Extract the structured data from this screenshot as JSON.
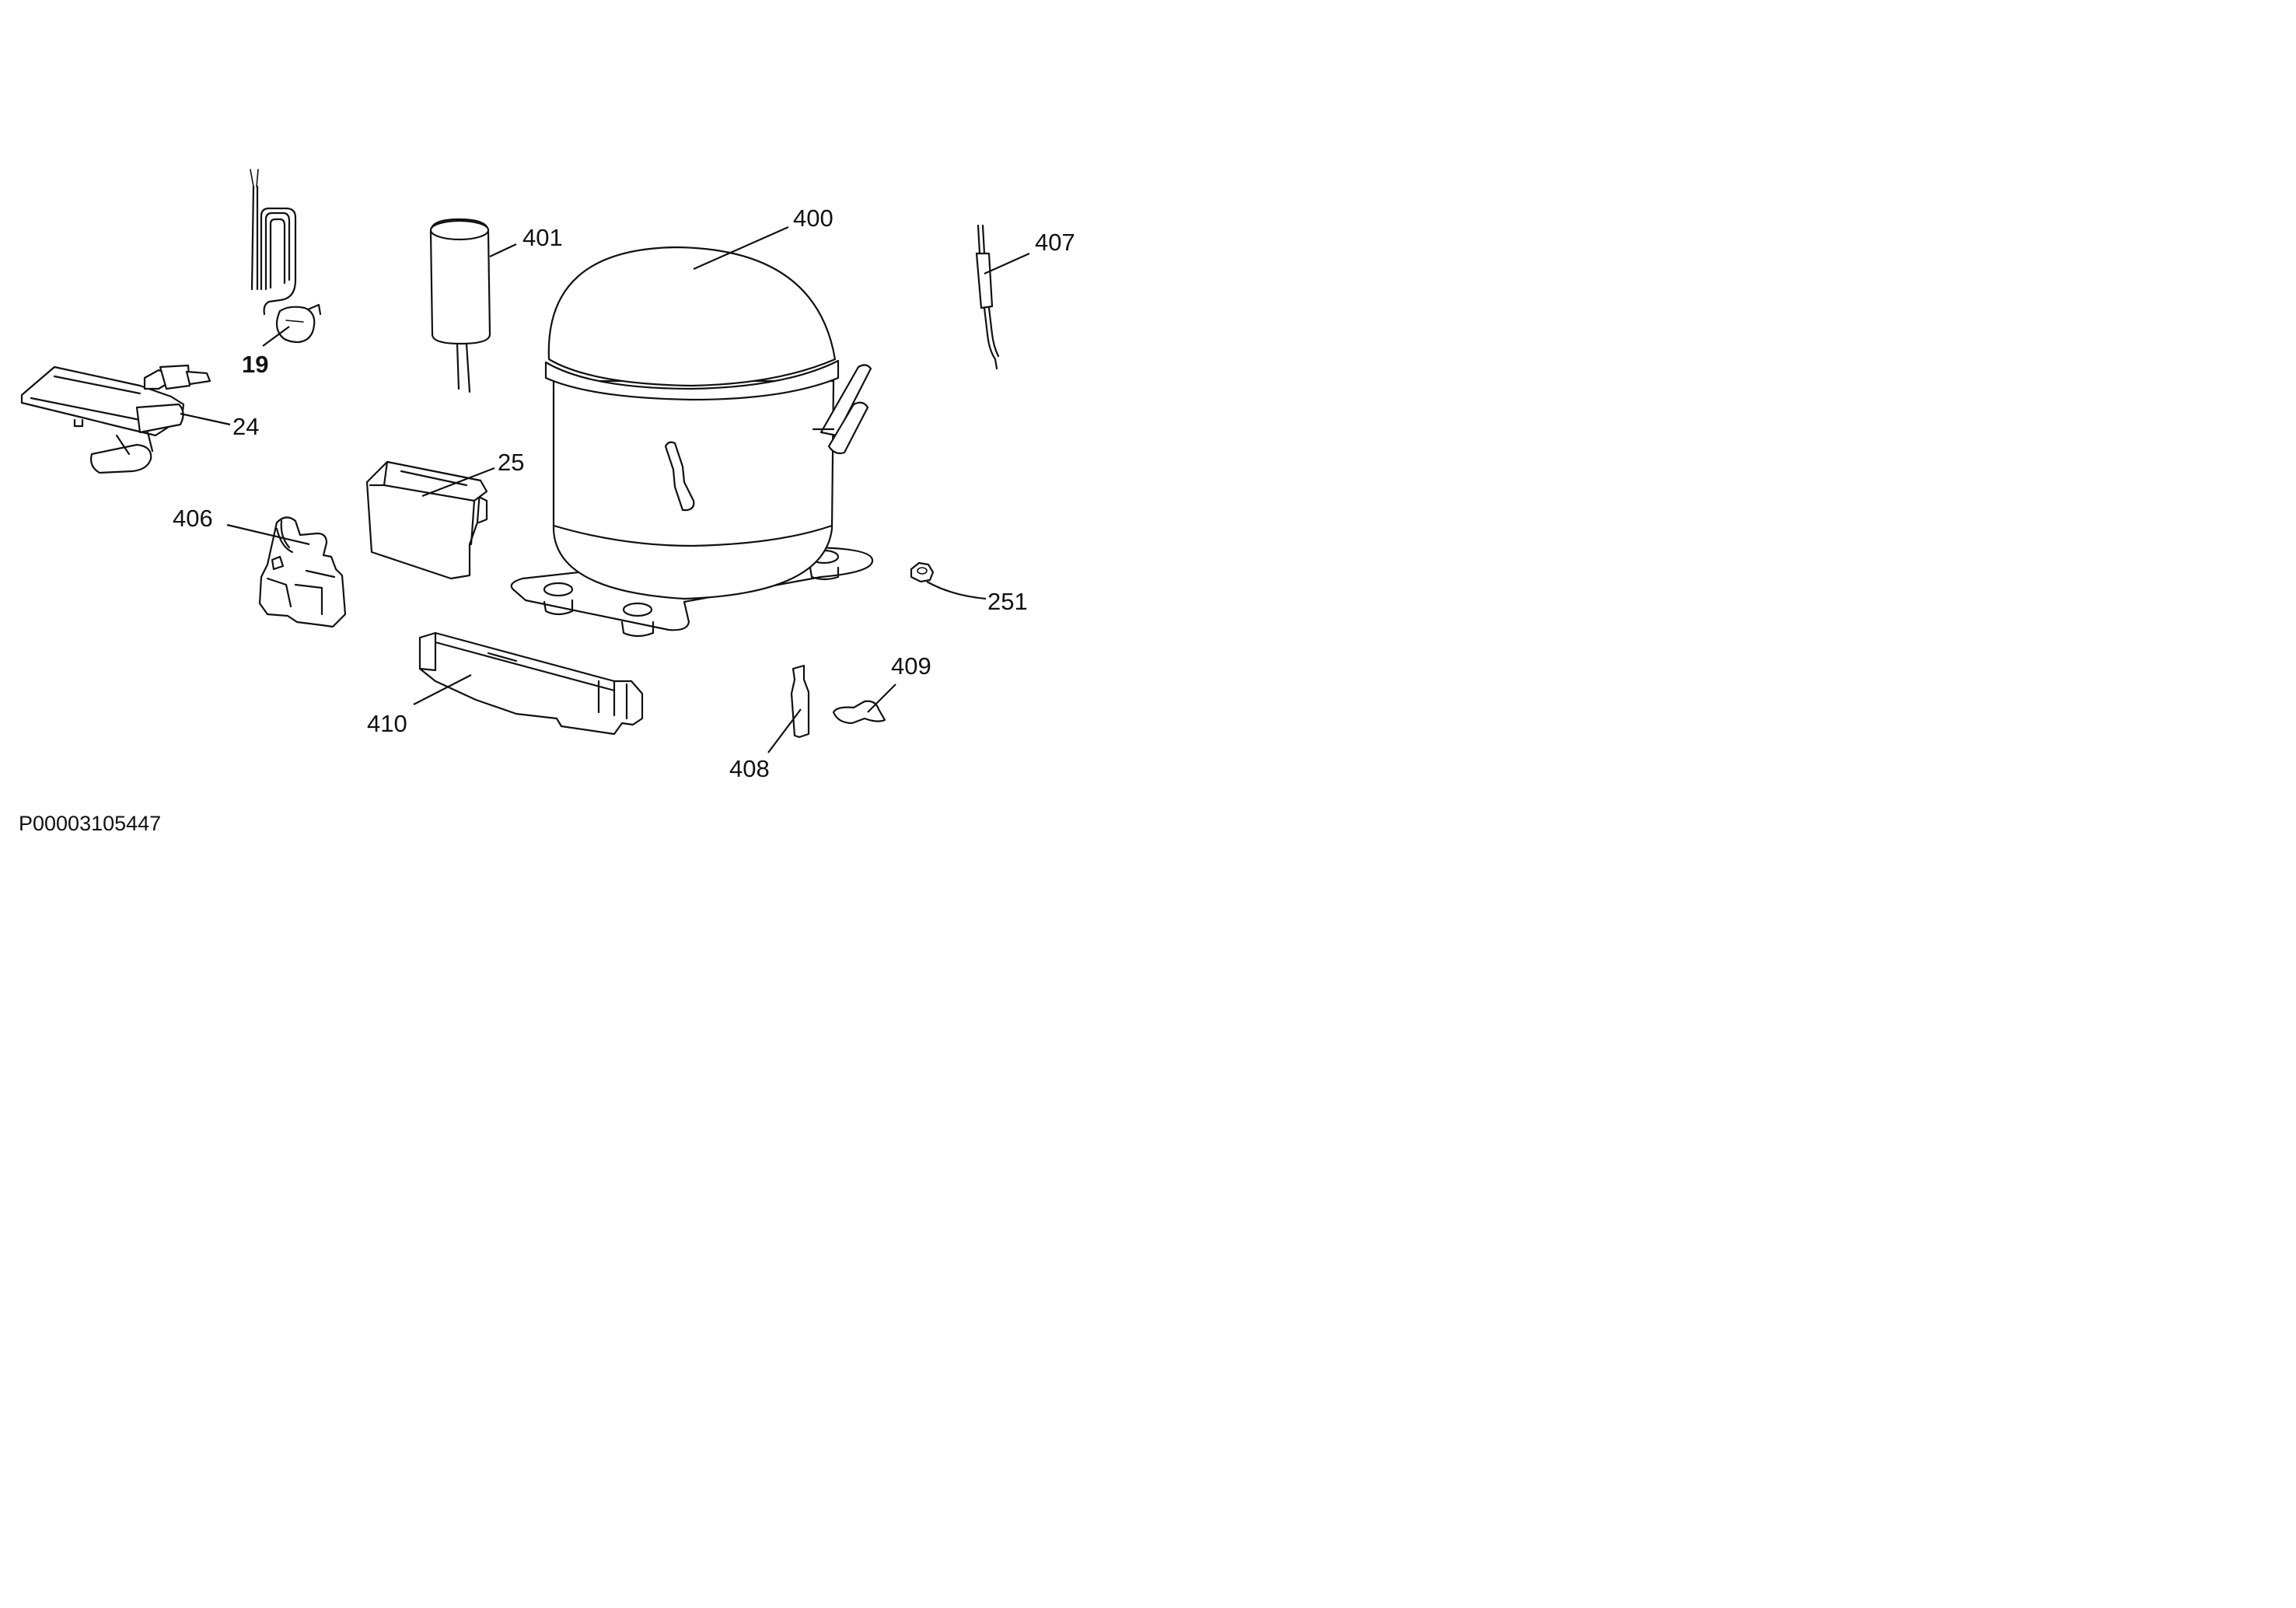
{
  "document_id": "P00003105447",
  "parts": [
    {
      "id": "p19",
      "number": "19"
    },
    {
      "id": "p24",
      "number": "24"
    },
    {
      "id": "p25",
      "number": "25"
    },
    {
      "id": "p251",
      "number": "251"
    },
    {
      "id": "p400",
      "number": "400"
    },
    {
      "id": "p401",
      "number": "401"
    },
    {
      "id": "p406",
      "number": "406"
    },
    {
      "id": "p407",
      "number": "407"
    },
    {
      "id": "p408",
      "number": "408"
    },
    {
      "id": "p409",
      "number": "409"
    },
    {
      "id": "p410",
      "number": "410"
    }
  ]
}
